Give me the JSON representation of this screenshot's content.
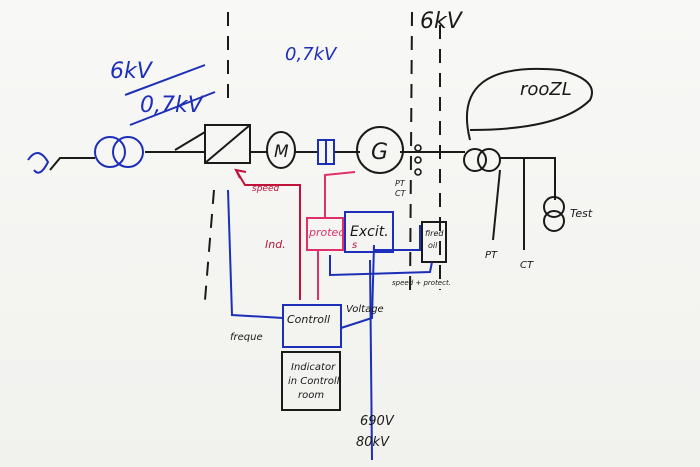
{
  "colors": {
    "board": "#f6f6f3",
    "ink_black": "#1a1a1a",
    "ink_blue": "#1d2fb8",
    "ink_red": "#c0123a",
    "ink_pink": "#e0306b"
  },
  "labels": {
    "voltage_6kv_left": "6kV",
    "voltage_07kv_left": "0,7kV",
    "voltage_07kv_mid": "0,7kV",
    "voltage_6kv_right": "6kV",
    "cloud_text": "rooZL",
    "motor": "M",
    "generator": "G",
    "protection": "protec",
    "excitation": "Excit.",
    "excit_sub": "s",
    "fired": "fired",
    "fired_2": "oil",
    "control": "Controll",
    "indicator_1": "Indicator",
    "indicator_2": "in Controll",
    "indicator_3": "room",
    "ind": "Ind.",
    "freque": "freque",
    "voltage": "Voltage",
    "speed_signal": "speed",
    "speed_protect": "speed + protect.",
    "pt_ct_1": "PT",
    "pt_ct_2": "CT",
    "pt": "PT",
    "ct": "CT",
    "test": "Test",
    "v690": "690V",
    "v80kv": "80kV"
  }
}
